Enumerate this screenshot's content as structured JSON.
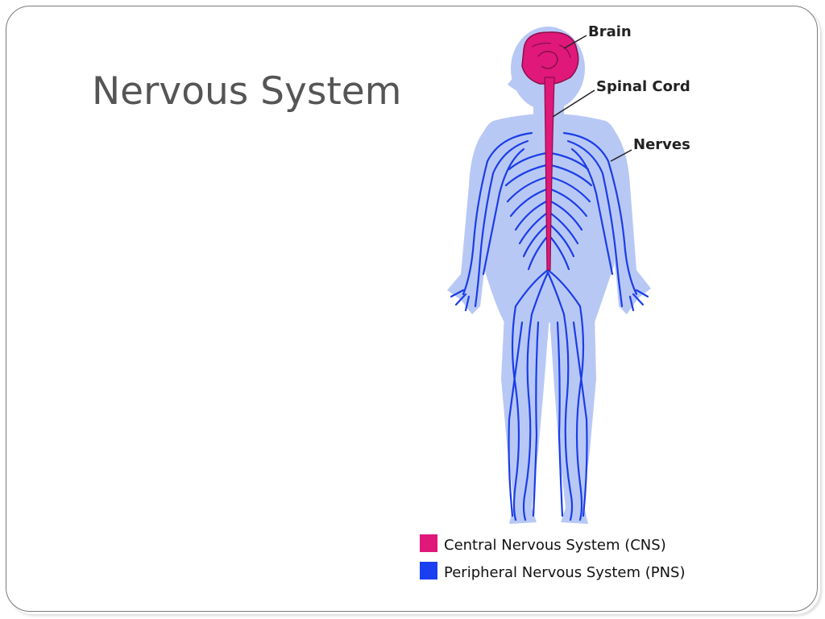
{
  "slide": {
    "title": "Nervous System"
  },
  "diagram": {
    "labels": {
      "brain": "Brain",
      "spinal_cord": "Spinal Cord",
      "nerves": "Nerves"
    },
    "legend": [
      {
        "label": "Central Nervous System (CNS)",
        "color": "#e0187a"
      },
      {
        "label": "Peripheral Nervous System (PNS)",
        "color": "#1a3ff0"
      }
    ],
    "colors": {
      "body": "#b8c8f5",
      "nerves": "#1b3de8",
      "cns": "#e0187a"
    }
  }
}
